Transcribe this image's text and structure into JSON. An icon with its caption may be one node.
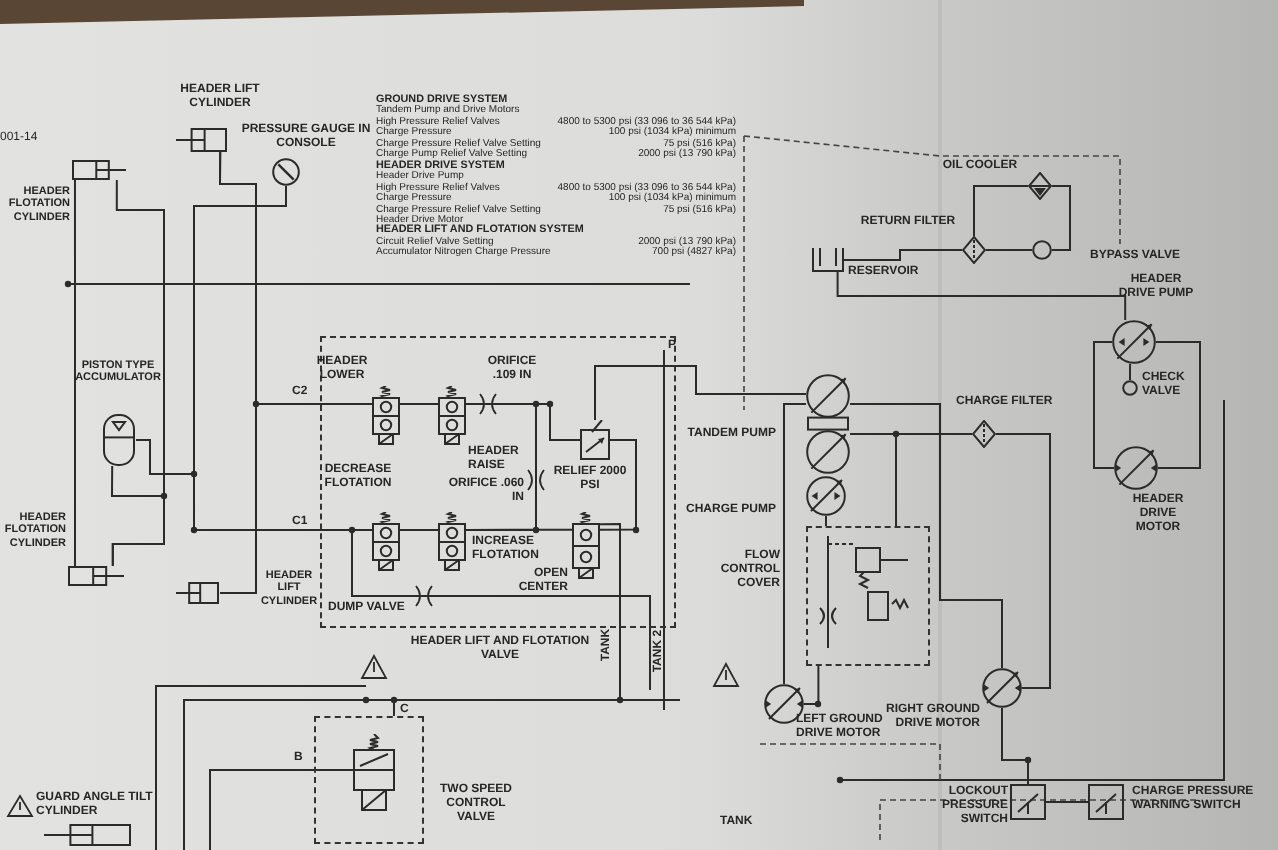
{
  "diagram": {
    "nodes": [
      {
        "text": [],
        "shape": "cylinder",
        "beside": [
          "HEADER LIFT CYLINDER"
        ]
      },
      {
        "text": [],
        "shape": "circle",
        "beside": [
          "PRESSURE GAUGE IN CONSOLE"
        ]
      },
      {
        "text": [],
        "shape": "cylinder",
        "beside": [
          "HEADER FLOTATION CYLINDER"
        ]
      },
      {
        "text": [],
        "shape": "cylinder",
        "beside": [
          "PISTON TYPE ACCUMULATOR"
        ]
      },
      {
        "text": [],
        "shape": "cylinder",
        "beside": [
          "HEADER FLOTATION CYLINDER"
        ]
      },
      {
        "text": [],
        "shape": "cylinder",
        "beside": [
          "HEADER LIFT CYLINDER"
        ]
      },
      {
        "text": [
          "HEADER LIFT AND FLOTATION VALVE"
        ]
      },
      {
        "text": [],
        "shape": "box",
        "beside": [
          "HEADER LOWER"
        ],
        "in": 6
      },
      {
        "text": [],
        "shape": "box",
        "beside": [
          "HEADER RAISE"
        ],
        "in": 6
      },
      {
        "text": [],
        "shape": "box",
        "beside": [
          "RELIEF 2000 PSI"
        ],
        "in": 6
      },
      {
        "text": [],
        "shape": "box",
        "beside": [
          "DECREASE FLOTATION"
        ],
        "in": 6
      },
      {
        "text": [],
        "shape": "box",
        "beside": [
          "INCREASE FLOTATION"
        ],
        "in": 6
      },
      {
        "text": [],
        "shape": "box",
        "beside": [
          "OPEN CENTER"
        ],
        "in": 6
      },
      {
        "text": [],
        "shape": "diamond",
        "beside": [
          "OIL COOLER"
        ]
      },
      {
        "text": [],
        "shape": "diamond",
        "beside": [
          "RETURN FILTER"
        ]
      },
      {
        "text": [],
        "shape": "circle",
        "beside": [
          "BYPASS VALVE"
        ]
      },
      {
        "text": [],
        "shape": "box",
        "beside": [
          "RESERVOIR"
        ]
      },
      {
        "text": [],
        "shape": "circle",
        "beside": [
          "HEADER DRIVE PUMP"
        ]
      },
      {
        "text": [],
        "shape": "circle",
        "beside": [
          "CHECK VALVE"
        ]
      },
      {
        "text": [],
        "shape": "circle",
        "beside": [
          "HEADER DRIVE MOTOR"
        ]
      },
      {
        "text": [],
        "shape": "circle",
        "beside": [
          "TANDEM PUMP"
        ]
      },
      {
        "text": [],
        "shape": "circle",
        "beside": [
          "CHARGE PUMP"
        ]
      },
      {
        "text": [],
        "shape": "diamond",
        "beside": [
          "CHARGE FILTER"
        ]
      },
      {
        "text": [
          "FLOW CONTROL COVER"
        ]
      },
      {
        "text": [],
        "shape": "circle",
        "beside": [
          "LEFT GROUND DRIVE MOTOR"
        ]
      },
      {
        "text": [],
        "shape": "circle",
        "beside": [
          "RIGHT GROUND DRIVE MOTOR"
        ]
      },
      {
        "text": [],
        "shape": "box",
        "beside": [
          "LOCKOUT PRESSURE SWITCH"
        ]
      },
      {
        "text": [],
        "shape": "box",
        "beside": [
          "CHARGE PRESSURE WARNING SWITCH"
        ]
      },
      {
        "text": [
          "TWO SPEED CONTROL VALVE"
        ]
      },
      {
        "text": [],
        "shape": "cylinder",
        "beside": [
          "GUARD ANGLE TILT CYLINDER"
        ]
      }
    ],
    "edges": [
      {
        "from": 0,
        "to": 5,
        "arrow": "none"
      },
      {
        "from": 0,
        "to": 7,
        "arrow": "none"
      },
      {
        "from": 1,
        "to": 10,
        "arrow": "none"
      },
      {
        "from": 3,
        "to": 10,
        "arrow": "none"
      },
      {
        "from": 2,
        "to": 4,
        "arrow": "none"
      },
      {
        "from": 3,
        "to": 4,
        "arrow": "none"
      },
      {
        "from": 2,
        "to": 4,
        "arrow": "none"
      },
      {
        "from": 7,
        "to": 8,
        "arrow": "none"
      },
      {
        "from": 8,
        "to": 9,
        "arrow": "none"
      },
      {
        "from": 10,
        "to": 11,
        "arrow": "none"
      },
      {
        "from": 11,
        "to": 12,
        "arrow": "none"
      },
      {
        "from": 9,
        "to": 12,
        "arrow": "none"
      },
      {
        "from": 16,
        "to": 14,
        "arrow": "none"
      },
      {
        "from": 14,
        "to": 15,
        "arrow": "none"
      },
      {
        "from": 14,
        "to": 13,
        "arrow": "none"
      },
      {
        "from": 13,
        "to": 15,
        "arrow": "none"
      },
      {
        "from": 17,
        "to": 19,
        "arrow": "none"
      },
      {
        "from": 17,
        "to": 19,
        "arrow": "none"
      },
      {
        "from": 18,
        "to": 17,
        "arrow": "none"
      },
      {
        "from": 16,
        "to": 17,
        "arrow": "none"
      },
      {
        "from": 20,
        "to": 22,
        "arrow": "none"
      },
      {
        "from": 22,
        "to": 25,
        "arrow": "none"
      },
      {
        "from": 20,
        "to": 24,
        "arrow": "none"
      },
      {
        "from": 20,
        "to": 25,
        "arrow": "none"
      },
      {
        "from": 21,
        "to": 23,
        "arrow": "none"
      },
      {
        "from": 23,
        "to": 24,
        "arrow": "none"
      },
      {
        "from": 25,
        "to": 26,
        "arrow": "none"
      },
      {
        "from": 26,
        "to": 27,
        "arrow": "none"
      },
      {
        "from": 9,
        "to": 20,
        "arrow": "none"
      },
      {
        "from": 12,
        "to": 28,
        "arrow": "none"
      },
      {
        "from": 11,
        "to": 8,
        "arrow": "none"
      },
      {
        "from": 20,
        "to": 23,
        "arrow": "none"
      }
    ],
    "labels": [
      "001-14",
      "GROUND DRIVE SYSTEM",
      "Tandem Pump and Drive Motors",
      "High Pressure Relief Valves",
      "4800 to 5300 psi (33 096 to 36 544 kPa)",
      "Charge Pressure",
      "100 psi (1034 kPa) minimum",
      "Charge Pressure Relief Valve Setting",
      "75 psi (516 kPa)",
      "Charge Pump Relief Valve Setting",
      "2000 psi (13 790 kPa)",
      "HEADER DRIVE SYSTEM",
      "Header Drive Pump",
      "High Pressure Relief Valves",
      "4800 to 5300 psi (33 096 to 36 544 kPa)",
      "Charge Pressure",
      "100 psi (1034 kPa) minimum",
      "Charge Pressure Relief Valve Setting",
      "75 psi (516 kPa)",
      "Header Drive Motor",
      "HEADER LIFT AND FLOTATION SYSTEM",
      "Circuit Relief Valve Setting",
      "2000 psi (13 790 kPa)",
      "Accumulator Nitrogen Charge Pressure",
      "700 psi (4827 kPa)",
      "C2",
      "C1",
      "P",
      "TANK",
      "TANK 2",
      "C",
      "B",
      "TANK",
      "ORIFICE .109 IN",
      "ORIFICE .060 IN",
      "DUMP VALVE"
    ]
  }
}
